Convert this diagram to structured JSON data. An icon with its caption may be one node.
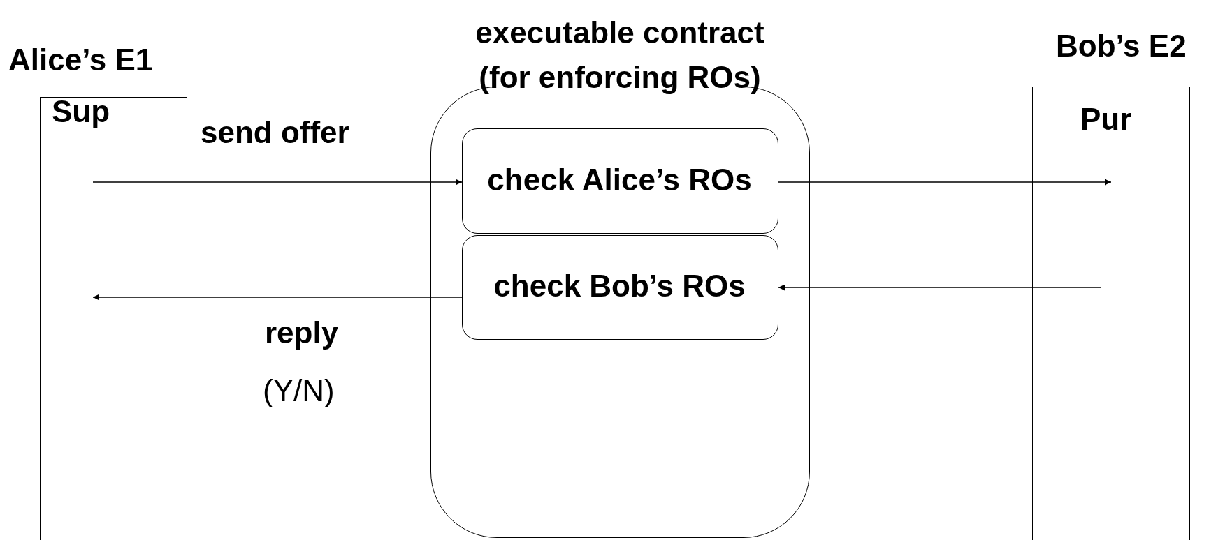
{
  "diagram": {
    "nodes": [
      {
        "text": [
          "Alice’s E1",
          "Sup"
        ]
      },
      {
        "text": [
          "executable contract (for enforcing ROs)"
        ]
      },
      {
        "text": [
          "check Alice’s ROs"
        ],
        "in": 1
      },
      {
        "text": [
          "check Bob’s ROs"
        ],
        "in": 1
      },
      {
        "text": [
          "Bob’s E2",
          "Pur"
        ]
      }
    ],
    "edges": [
      {
        "from": 0,
        "to": 2,
        "arrow": "to",
        "label": "send offer"
      },
      {
        "from": 2,
        "to": 4,
        "arrow": "to"
      },
      {
        "from": 4,
        "to": 3,
        "arrow": "to"
      },
      {
        "from": 3,
        "to": 0,
        "arrow": "to",
        "label": "reply"
      }
    ],
    "labels": [
      "(Y/N)"
    ]
  }
}
